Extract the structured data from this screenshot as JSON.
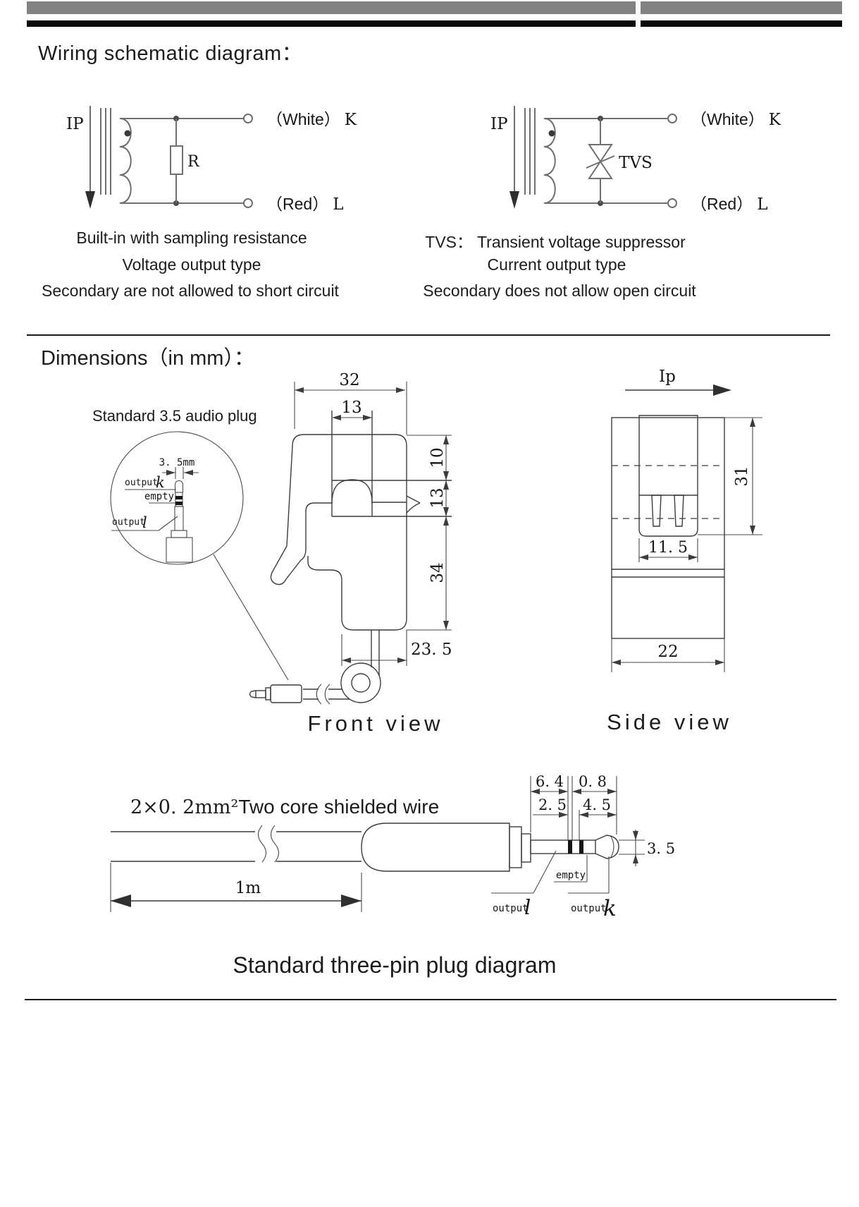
{
  "page": {
    "bar_gray": "#828282",
    "bar_black": "#0a0a0a"
  },
  "wiring": {
    "title": "Wiring schematic diagram：",
    "ip": "IP",
    "resistor": "R",
    "tvs": "TVS",
    "white_paren": "（White）",
    "white_k": "K",
    "red_paren": "（Red）",
    "red_l": "L",
    "left": {
      "line1": "Built-in with sampling resistance",
      "line2": "Voltage output type",
      "line3": "Secondary are not allowed to short circuit"
    },
    "right": {
      "line1": "TVS： Transient voltage suppressor",
      "line2": "Current output type",
      "line3": "Secondary does not allow open circuit"
    }
  },
  "dimensions": {
    "title": "Dimensions（in mm）：",
    "plug_detail": {
      "caption": "Standard 3.5 audio plug",
      "width": "3. 5mm",
      "output": "output",
      "k": "k",
      "empty": "empty",
      "l": "l"
    },
    "front": {
      "label": "Front view",
      "w_outer": "32",
      "w_window": "13",
      "h_top": "10",
      "h_window": "13",
      "h_body": "34",
      "w_bottom": "23. 5"
    },
    "side": {
      "label": "Side view",
      "ip": "Ip",
      "h_outer": "31",
      "w_inner": "11. 5",
      "w_outer": "22"
    }
  },
  "plug": {
    "wire_spec": "2×0. 2mm²",
    "wire_name": "Two core shielded wire",
    "d_shaft": "6. 4",
    "d_gap": "0. 8",
    "d_ring": "2. 5",
    "d_tip": "4. 5",
    "d_dia": "3. 5",
    "cable_len": "1m",
    "empty": "empty",
    "output": "output",
    "l": "l",
    "k": "k",
    "title": "Standard three-pin plug diagram"
  }
}
